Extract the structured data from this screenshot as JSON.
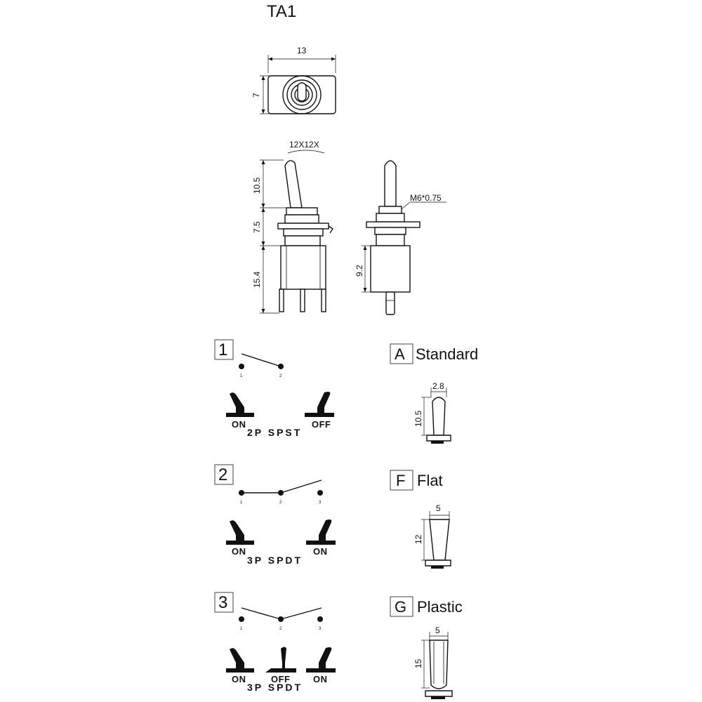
{
  "title": "TA1",
  "dims": {
    "top_width": "13",
    "top_height": "7",
    "thread_label": "12X12X",
    "lever_length": "10.5",
    "bushing": "7.5",
    "body": "15.4",
    "thread_spec": "M6*0.75",
    "side_body": "9.2"
  },
  "circuits": [
    {
      "number": "1",
      "type": "2P SPST",
      "pins": [
        "1",
        "2"
      ],
      "positions": [
        "ON",
        "OFF"
      ]
    },
    {
      "number": "2",
      "type": "3P SPDT",
      "pins": [
        "1",
        "2",
        "3"
      ],
      "positions": [
        "ON",
        "ON"
      ]
    },
    {
      "number": "3",
      "type": "3P SPDT",
      "pins": [
        "1",
        "2",
        "3"
      ],
      "positions": [
        "ON",
        "OFF",
        "ON"
      ]
    }
  ],
  "levers": [
    {
      "code": "A",
      "name": "Standard",
      "width": "2.8",
      "length": "10.5"
    },
    {
      "code": "F",
      "name": "Flat",
      "width": "5",
      "length": "12"
    },
    {
      "code": "G",
      "name": "Plastic",
      "width": "5",
      "length": "15"
    }
  ]
}
